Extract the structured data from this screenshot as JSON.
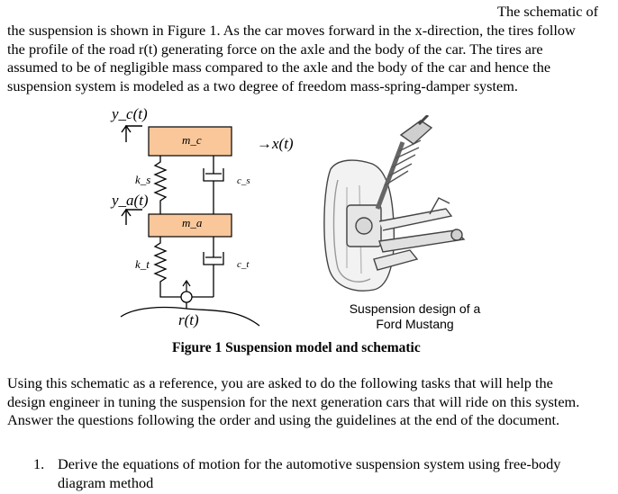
{
  "header_fragment": "The schematic of",
  "intro_lines": [
    "the suspension is shown in Figure 1.  As the car moves forward in the x-direction, the tires follow",
    "the profile of the road r(t) generating force on the axle and the body of the car. The tires are",
    "assumed to be of negligible mass compared to the axle and the body of the car and hence the",
    "suspension system is modeled as a two degree of freedom mass-spring-damper system."
  ],
  "schematic": {
    "yc_label": "y_c(t)",
    "ya_label": "y_a(t)",
    "mc_label": "m_c",
    "ma_label": "m_a",
    "ks_label": "k_s",
    "kt_label": "k_t",
    "cs_label": "c_s",
    "ct_label": "c_t",
    "xt_label": "→x(t)",
    "rt_label": "r(t)"
  },
  "photo_caption_lines": [
    "Suspension design of a",
    "Ford Mustang"
  ],
  "figure_caption": "Figure 1 Suspension model and schematic",
  "body_lines": [
    "Using this schematic as a reference, you are asked to do the following tasks that will help the",
    "design engineer in tuning the suspension for the next generation cars that will ride on this system.",
    "Answer the questions following the order and using the guidelines at the end of the document."
  ],
  "task_number": "1.",
  "task_lines": [
    "Derive the equations of motion for the automotive suspension system using free-body",
    "diagram method"
  ],
  "colors": {
    "mass_fill": "#f9c79a",
    "line": "#000000"
  }
}
